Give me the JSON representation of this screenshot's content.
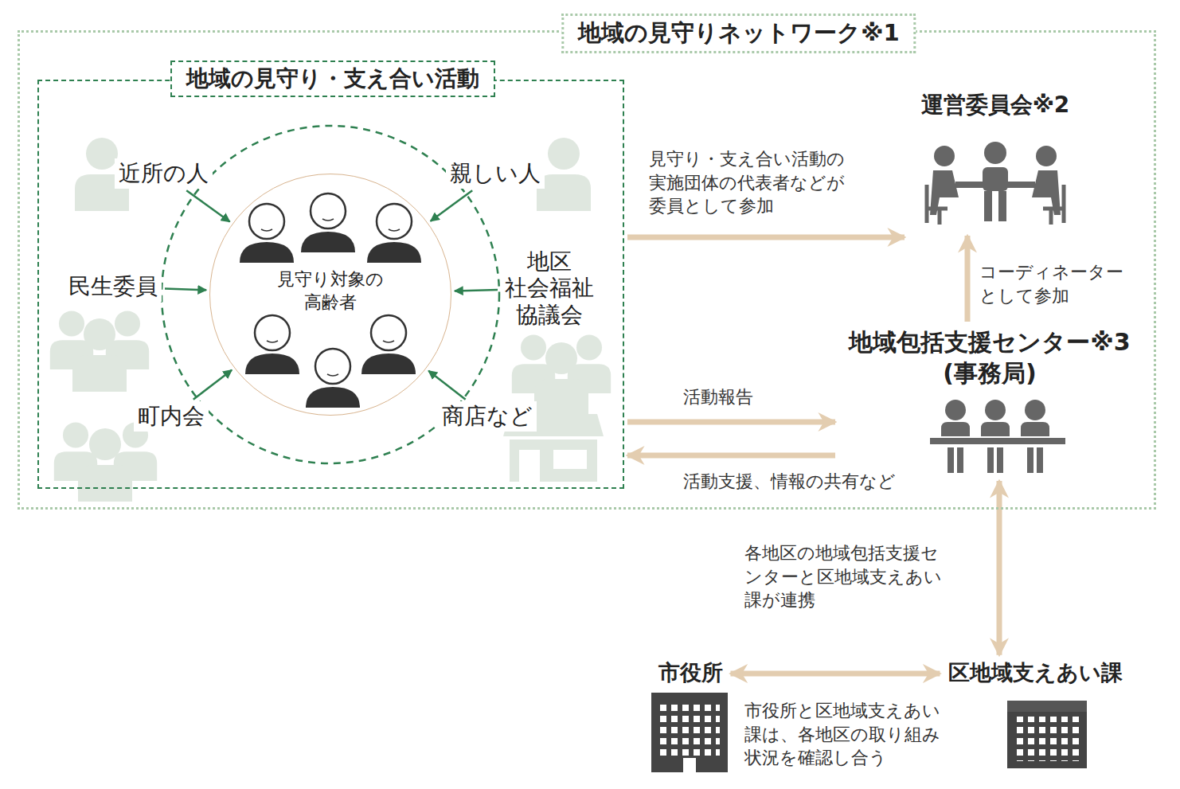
{
  "diagram": {
    "nodes": [
      {
        "text": [
          "地域の見守りネットワーク※1"
        ]
      },
      {
        "text": [
          "地域の見守り・支え合い活動"
        ],
        "in": 0
      },
      {
        "text": [
          "見守り対象の 高齢者"
        ],
        "in": 1
      },
      {
        "text": [
          "近所の人"
        ],
        "in": 1
      },
      {
        "text": [
          "親しい人"
        ],
        "in": 1
      },
      {
        "text": [
          "民生委員"
        ],
        "in": 1
      },
      {
        "text": [
          "地区 社会福祉 協議会"
        ],
        "in": 1
      },
      {
        "text": [
          "町内会"
        ],
        "in": 1
      },
      {
        "text": [
          "商店など"
        ],
        "in": 1
      },
      {
        "text": [
          "運営委員会※2"
        ],
        "in": 0
      },
      {
        "text": [
          "地域包括支援センター※3 (事務局)"
        ],
        "in": 0
      },
      {
        "text": [
          "市役所"
        ]
      },
      {
        "text": [
          "区地域支えあい課"
        ]
      }
    ],
    "edges": [
      {
        "from": 3,
        "to": 2,
        "arrow": "to"
      },
      {
        "from": 4,
        "to": 2,
        "arrow": "to"
      },
      {
        "from": 5,
        "to": 2,
        "arrow": "to"
      },
      {
        "from": 6,
        "to": 2,
        "arrow": "to"
      },
      {
        "from": 7,
        "to": 2,
        "arrow": "to"
      },
      {
        "from": 8,
        "to": 2,
        "arrow": "to"
      },
      {
        "from": 1,
        "to": 9,
        "label": "見守り・支え合い活動の 実施団体の代表者などが 委員として参加",
        "arrow": "to"
      },
      {
        "from": 10,
        "to": 9,
        "label": "コーディネーター として参加",
        "arrow": "to"
      },
      {
        "from": 1,
        "to": 10,
        "label": "活動報告",
        "arrow": "to"
      },
      {
        "from": 10,
        "to": 1,
        "label": "活動支援、情報の共有など",
        "arrow": "to"
      },
      {
        "from": 10,
        "to": 12,
        "label": "各地区の地域包括支援セ ンターと区地域支えあい 課が連携",
        "arrow": "both"
      },
      {
        "from": 11,
        "to": 12,
        "label": "市役所と区地域支えあい 課は、各地区の取り組み 状況を確認し合う",
        "arrow": "both"
      }
    ]
  }
}
